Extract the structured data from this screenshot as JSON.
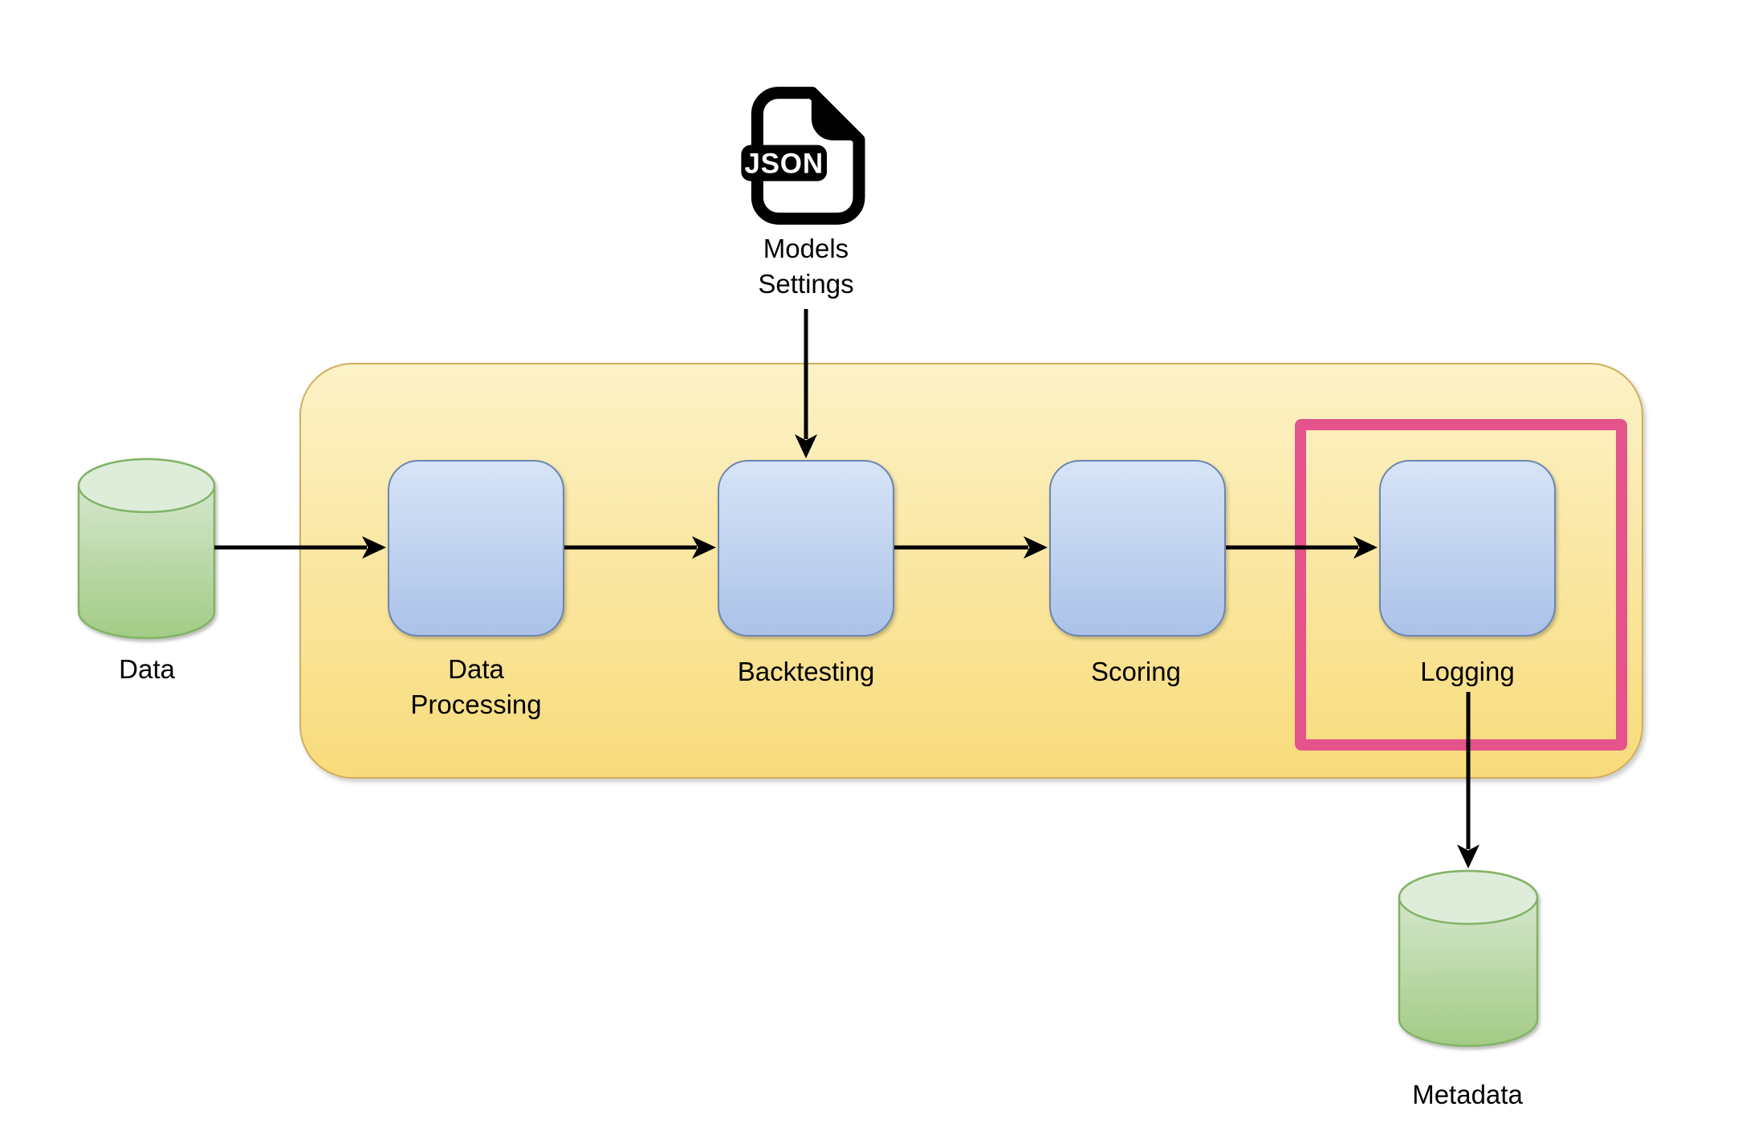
{
  "diagram": {
    "type": "flowchart",
    "background": "#ffffff",
    "colors": {
      "container_fill_top": "#FCF2C7",
      "container_fill_bottom": "#F8DB7B",
      "container_border": "#D0AE5C",
      "process_fill_top": "#D7E4F7",
      "process_fill_bottom": "#ABC2E8",
      "process_border": "#6B86B3",
      "datastore_fill_top": "#DCEBD9",
      "datastore_fill_bottom": "#A3CB85",
      "datastore_border": "#82B366",
      "highlight": "#E4538B",
      "arrow": "#000000",
      "text": "#000000",
      "file_icon": "#000000"
    },
    "nodes": {
      "data": {
        "label": "Data",
        "type": "datastore-cylinder"
      },
      "data_processing": {
        "label": "Data Processing",
        "type": "process"
      },
      "backtesting": {
        "label": "Backtesting",
        "type": "process"
      },
      "scoring": {
        "label": "Scoring",
        "type": "process"
      },
      "logging": {
        "label": "Logging",
        "type": "process",
        "highlighted": true
      },
      "metadata": {
        "label": "Metadata",
        "type": "datastore-cylinder"
      },
      "models_settings": {
        "label": "Models Settings",
        "file_badge": "JSON",
        "type": "file"
      }
    },
    "edges": [
      {
        "from": "data",
        "to": "data_processing"
      },
      {
        "from": "data_processing",
        "to": "backtesting"
      },
      {
        "from": "backtesting",
        "to": "scoring"
      },
      {
        "from": "scoring",
        "to": "logging"
      },
      {
        "from": "models_settings",
        "to": "backtesting"
      },
      {
        "from": "logging",
        "to": "metadata"
      }
    ]
  }
}
